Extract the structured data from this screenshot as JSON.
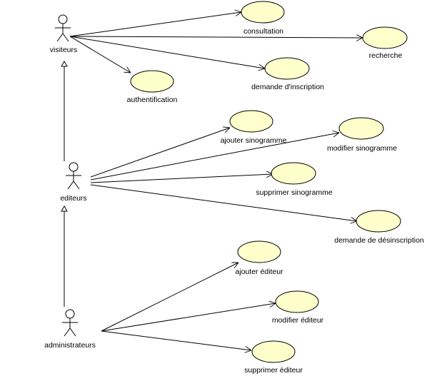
{
  "diagram": {
    "colors": {
      "usecase_fill": "#ffffcc",
      "stroke": "#000000",
      "background": "#ffffff"
    },
    "actors": [
      {
        "id": "visiteurs",
        "label": "visiteurs"
      },
      {
        "id": "editeurs",
        "label": "editeurs"
      },
      {
        "id": "administrateurs",
        "label": "administrateurs"
      }
    ],
    "usecases": [
      {
        "id": "consultation",
        "label": "consultation"
      },
      {
        "id": "recherche",
        "label": "recherche"
      },
      {
        "id": "demande-inscription",
        "label": "demande d'inscription"
      },
      {
        "id": "authentification",
        "label": "authentification"
      },
      {
        "id": "ajouter-sinogramme",
        "label": "ajouter sinogramme"
      },
      {
        "id": "modifier-sinogramme",
        "label": "modifier sinogramme"
      },
      {
        "id": "supprimer-sinogramme",
        "label": "supprimer sinogramme"
      },
      {
        "id": "demande-desinscription",
        "label": "demande de désinscription"
      },
      {
        "id": "ajouter-editeur",
        "label": "ajouter éditeur"
      },
      {
        "id": "modifier-editeur",
        "label": "modifier éditeur"
      },
      {
        "id": "supprimer-editeur",
        "label": "supprimer éditeur"
      }
    ],
    "associations": [
      {
        "from": "visiteurs",
        "to": "consultation"
      },
      {
        "from": "visiteurs",
        "to": "recherche"
      },
      {
        "from": "visiteurs",
        "to": "demande-inscription"
      },
      {
        "from": "visiteurs",
        "to": "authentification"
      },
      {
        "from": "editeurs",
        "to": "ajouter-sinogramme"
      },
      {
        "from": "editeurs",
        "to": "modifier-sinogramme"
      },
      {
        "from": "editeurs",
        "to": "supprimer-sinogramme"
      },
      {
        "from": "editeurs",
        "to": "demande-desinscription"
      },
      {
        "from": "administrateurs",
        "to": "ajouter-editeur"
      },
      {
        "from": "administrateurs",
        "to": "modifier-editeur"
      },
      {
        "from": "administrateurs",
        "to": "supprimer-editeur"
      }
    ],
    "generalizations": [
      {
        "child": "editeurs",
        "parent": "visiteurs"
      },
      {
        "child": "administrateurs",
        "parent": "editeurs"
      }
    ]
  }
}
